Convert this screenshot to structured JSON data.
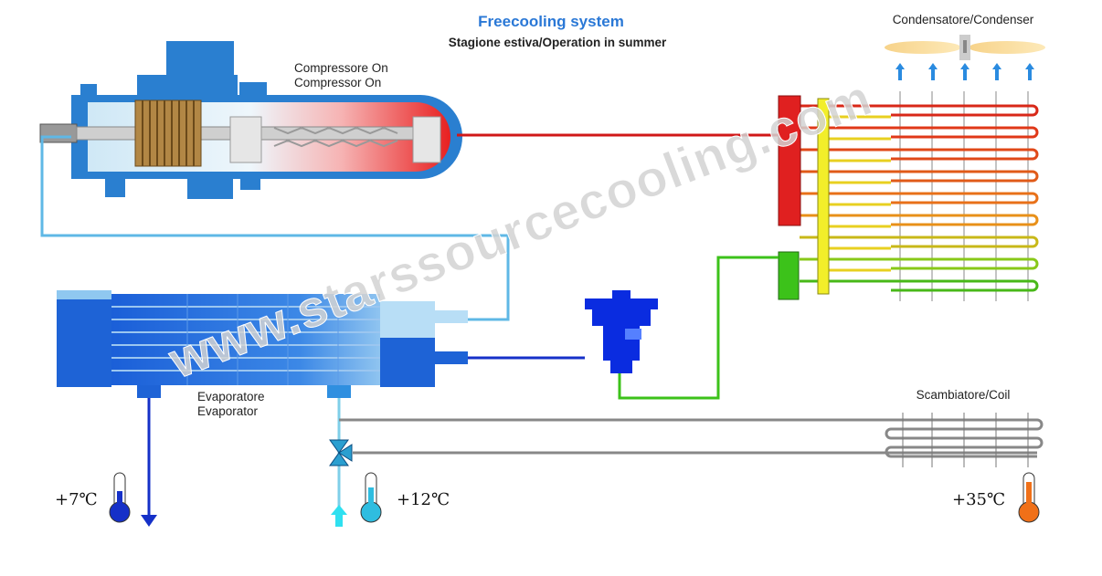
{
  "title": "Freecooling system",
  "subtitle": "Stagione estiva/Operation in summer",
  "compressor": {
    "label_it": "Compressore On",
    "label_en": "Compressor On"
  },
  "condenser": {
    "label": "Condensatore/Condenser"
  },
  "evaporator": {
    "label_it": "Evaporatore",
    "label_en": "Evaporator"
  },
  "coil": {
    "label": "Scambiatore/Coil"
  },
  "temperatures": {
    "outlet": "+7℃",
    "inlet": "+12℃",
    "ambient": "+35℃"
  },
  "watermark": "www.starssourcecooling.com",
  "colors": {
    "hot_gas": "#e02020",
    "liquid": "#3cc21a",
    "suction": "#5fb8e6",
    "evaporator": "#1e63d6",
    "expansion_valve": "#0a2ce0",
    "condenser_yellow": "#f2ee2a"
  }
}
